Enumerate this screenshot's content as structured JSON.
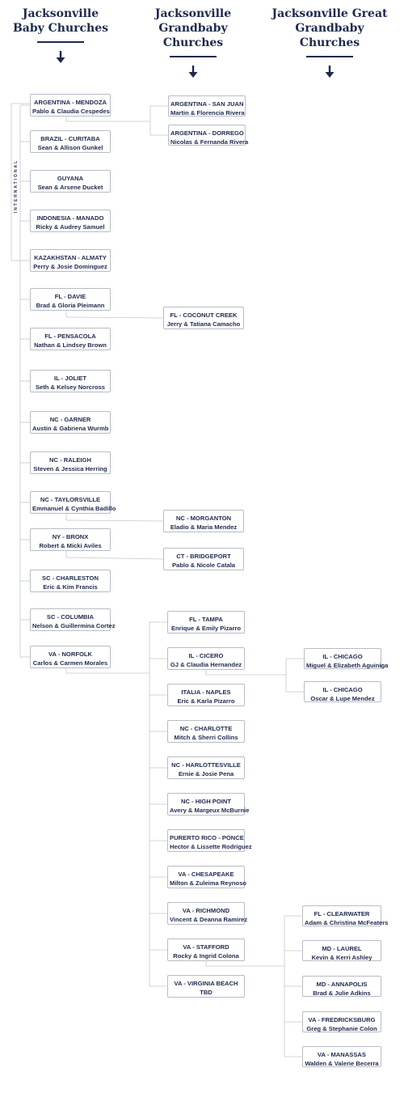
{
  "headers": [
    {
      "lines": [
        "Jacksonville",
        "Baby Churches"
      ]
    },
    {
      "lines": [
        "Jacksonville",
        "Grandbaby Churches"
      ]
    },
    {
      "lines": [
        "Jacksonville Great",
        "Grandbaby Churches"
      ]
    }
  ],
  "side_label": "INTERNATIONAL",
  "baby": [
    {
      "id": "b1",
      "location": "ARGENTINA - MENDOZA",
      "names": "Pablo & Claudia Cespedes"
    },
    {
      "id": "b2",
      "location": "BRAZIL - CURITABA",
      "names": "Sean & Allison Gunkel"
    },
    {
      "id": "b3",
      "location": "GUYANA",
      "names": "Sean & Arsene Ducket"
    },
    {
      "id": "b4",
      "location": "INDONESIA - MANADO",
      "names": "Ricky & Audrey Samuel"
    },
    {
      "id": "b5",
      "location": "KAZAKHSTAN - ALMATY",
      "names": "Perry & Josie Dominguez"
    },
    {
      "id": "b6",
      "location": "FL - DAVIE",
      "names": "Brad & Gloria Pleimann"
    },
    {
      "id": "b7",
      "location": "FL - PENSACOLA",
      "names": "Nathan & Lindsey Brown"
    },
    {
      "id": "b8",
      "location": "IL - JOLIET",
      "names": "Seth & Kelsey Norcross"
    },
    {
      "id": "b9",
      "location": "NC - GARNER",
      "names": "Austin & Gabriena Wurmb"
    },
    {
      "id": "b10",
      "location": "NC - RALEIGH",
      "names": "Steven & Jessica Herring"
    },
    {
      "id": "b11",
      "location": "NC - TAYLORSVILLE",
      "names": "Emmanuel & Cynthia Badillo"
    },
    {
      "id": "b12",
      "location": "NY - BRONX",
      "names": "Robert & Micki Aviles"
    },
    {
      "id": "b13",
      "location": "SC - CHARLESTON",
      "names": "Eric & Kim Francis"
    },
    {
      "id": "b14",
      "location": "SC - COLUMBIA",
      "names": "Nelson & Guillermina Cortez"
    },
    {
      "id": "b15",
      "location": "VA - NORFOLK",
      "names": "Carlos & Carmen Morales"
    }
  ],
  "grandbaby": [
    {
      "id": "g1",
      "parent": "b1",
      "location": "ARGENTINA - SAN JUAN",
      "names": "Martin & Florencia Rivera"
    },
    {
      "id": "g2",
      "parent": "b1",
      "location": "ARGENTINA - DORREGO",
      "names": "Nicolas & Fernanda Rivera"
    },
    {
      "id": "g3",
      "parent": "b6",
      "location": "FL - COCONUT CREEK",
      "names": "Jerry & Tatiana Camacho"
    },
    {
      "id": "g4",
      "parent": "b11",
      "location": "NC - MORGANTON",
      "names": "Eladio & Maria Mendez"
    },
    {
      "id": "g5",
      "parent": "b12",
      "location": "CT - BRIDGEPORT",
      "names": "Pablo & Nicole Catala"
    },
    {
      "id": "g6",
      "parent": "b15",
      "location": "FL - TAMPA",
      "names": "Enrique & Emily Pizarro"
    },
    {
      "id": "g7",
      "parent": "b15",
      "location": "IL - CICERO",
      "names": "GJ & Claudia Hernandez"
    },
    {
      "id": "g8",
      "parent": "b15",
      "location": "ITALIA - NAPLES",
      "names": "Eric & Karla Pizarro"
    },
    {
      "id": "g9",
      "parent": "b15",
      "location": "NC - CHARLOTTE",
      "names": "Mitch & Sherri Collins"
    },
    {
      "id": "g10",
      "parent": "b15",
      "location": "NC - HARLOTTESVILLE",
      "names": "Ernie & Josie Pena"
    },
    {
      "id": "g11",
      "parent": "b15",
      "location": "NC - HIGH POINT",
      "names": "Avery & Margeux McBurnie"
    },
    {
      "id": "g12",
      "parent": "b15",
      "location": "PURERTO RICO - PONCE",
      "names": "Hector & Lissette Rodriguez"
    },
    {
      "id": "g13",
      "parent": "b15",
      "location": "VA - CHESAPEAKE",
      "names": "Milton & Zuleima Reynoso"
    },
    {
      "id": "g14",
      "parent": "b15",
      "location": "VA - RICHMOND",
      "names": "Vincent & Deanna Ramirez"
    },
    {
      "id": "g15",
      "parent": "b15",
      "location": "VA - STAFFORD",
      "names": "Rocky & Ingrid Colona"
    },
    {
      "id": "g16",
      "parent": "b15",
      "location": "VA - VIRGINIA BEACH",
      "names": "TBD"
    }
  ],
  "great_grandbaby": [
    {
      "id": "gg1",
      "parent": "g7",
      "location": "IL - CHICAGO",
      "names": "Miguel & Elizabeth Aguiniga"
    },
    {
      "id": "gg2",
      "parent": "g7",
      "location": "IL - CHICAGO",
      "names": "Oscar & Lupe Mendez"
    },
    {
      "id": "gg3",
      "parent": "g15",
      "location": "FL - CLEARWATER",
      "names": "Adam & Christina McFeaters"
    },
    {
      "id": "gg4",
      "parent": "g15",
      "location": "MD - LAUREL",
      "names": "Kevin & Kerri Ashley"
    },
    {
      "id": "gg5",
      "parent": "g15",
      "location": "MD - ANNAPOLIS",
      "names": "Brad & Julie Adkins"
    },
    {
      "id": "gg6",
      "parent": "g15",
      "location": "VA - FREDRICKSBURG",
      "names": "Greg & Stephanie Colon"
    },
    {
      "id": "gg7",
      "parent": "g15",
      "location": "VA - MANASSAS",
      "names": "Walden & Valerie Becerra"
    }
  ]
}
